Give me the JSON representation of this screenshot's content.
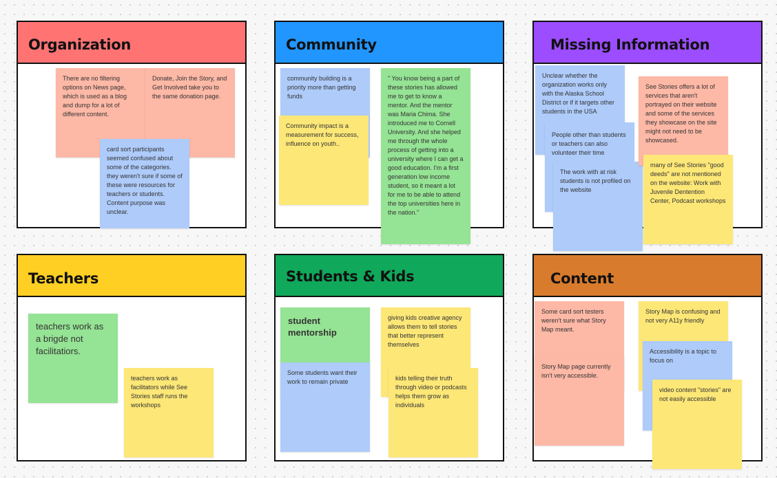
{
  "colors": {
    "organization": "#ff7373",
    "community": "#2196ff",
    "missing": "#9b4dff",
    "teachers": "#ffcf24",
    "students": "#10a85a",
    "content": "#d97b2c",
    "sticky_pink": "#fdb8a6",
    "sticky_blue": "#aecbfa",
    "sticky_green": "#95e394",
    "sticky_yellow": "#fde777"
  },
  "frames": {
    "organization": {
      "title": "Organization",
      "notes": [
        "There are no filtering options on News page, which is used as a blog and dump for a lot of different content.",
        "Donate, Join the Story, and Get Involved take you to the same donation page.",
        "card sort participants seemed confused about some of the categories. they weren't sure if some of these were resources for teachers or students. Content purpose was unclear."
      ]
    },
    "community": {
      "title": "Community",
      "notes": [
        "community building is a priority more than getting funds",
        "Community impact is a measurement for success, influence on youth..",
        "\" You know being a part of these stories has allowed me to get to know a mentor. And the mentor was Maria Chima. She introduced me to Cornell University. And she helped me through the whole process of getting into a university where I can get a good education. I'm a first generation low income student, so it meant a lot for me to be able to attend the top universities here in the nation.\""
      ]
    },
    "missing": {
      "title": "Missing Information",
      "notes": [
        "Unclear whether the organization works only with the Alaska School District or if it targets other students in the USA",
        "People other than students or teachers can also volunteer their time",
        "The work with at risk students is not profiled on the website",
        "See Stories offers a lot of services that aren't portrayed on their website and some of the services they showcase on the site might not need to be showcased.",
        "many of See Stories \"good deeds\" are not mentioned on the website: Work with Juvenile Dentention Center, Podcast workshops"
      ]
    },
    "teachers": {
      "title": "Teachers",
      "notes": [
        "teachers work as a brigde not facilitatiors.",
        "teachers work as facilitators while See Stories staff runs the workshops"
      ]
    },
    "students": {
      "title": "Students & Kids",
      "notes": [
        "student mentorship",
        "Some students want their work to remain private",
        "giving kids creative agency allows them to tell stories that better represent themselves",
        "kids telling their truth through video or podcasts helps them grow as individuals"
      ]
    },
    "content": {
      "title": "Content",
      "notes": [
        "Some card sort testers weren't sure what Story Map meant.",
        "Story Map page currently isn't very accessible.",
        "Story Map is confusing and not very A11y friendly",
        "Accessibility is a topic to focus on",
        "video content \"stories\" are not easily accessible"
      ]
    }
  }
}
